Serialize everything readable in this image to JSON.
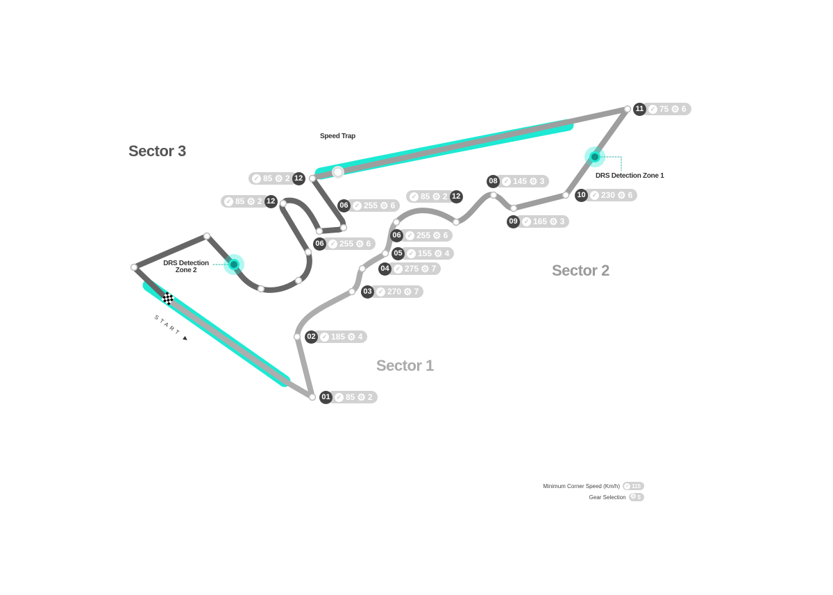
{
  "sectors": {
    "s1": "Sector 1",
    "s2": "Sector 2",
    "s3": "Sector 3"
  },
  "labels": {
    "speed_trap": "Speed Trap",
    "drs1": "DRS Detection Zone 1",
    "drs2_line1": "DRS Detection",
    "drs2_line2": "Zone 2",
    "start": "START"
  },
  "icons": {
    "speed": "check-circle-icon",
    "gear": "gear-icon"
  },
  "colors": {
    "drs": "#1de9d3",
    "sector1": "#adadad",
    "sector2": "#9e9e9e",
    "sector3": "#666666",
    "badge": "#444444",
    "pill": "#d2d2d2"
  },
  "corners": [
    {
      "num": "01",
      "speed": "85",
      "gear": "2"
    },
    {
      "num": "02",
      "speed": "185",
      "gear": "4"
    },
    {
      "num": "03",
      "speed": "270",
      "gear": "7"
    },
    {
      "num": "04",
      "speed": "275",
      "gear": "7"
    },
    {
      "num": "05",
      "speed": "155",
      "gear": "4"
    },
    {
      "num": "06",
      "speed": "255",
      "gear": "6"
    },
    {
      "num": "12",
      "speed": "85",
      "gear": "2"
    },
    {
      "num": "08",
      "speed": "145",
      "gear": "3"
    },
    {
      "num": "09",
      "speed": "165",
      "gear": "3"
    },
    {
      "num": "10",
      "speed": "230",
      "gear": "6"
    },
    {
      "num": "11",
      "speed": "75",
      "gear": "6"
    },
    {
      "num": "12",
      "speed": "85",
      "gear": "2"
    },
    {
      "num": "06",
      "speed": "255",
      "gear": "6"
    },
    {
      "num": "06",
      "speed": "255",
      "gear": "6"
    },
    {
      "num": "12",
      "speed": "85",
      "gear": "2"
    }
  ],
  "legend": {
    "speed_label": "Minimum Corner Speed (Km/h)",
    "speed_example": "115",
    "gear_label": "Gear Selection",
    "gear_example": "5"
  }
}
